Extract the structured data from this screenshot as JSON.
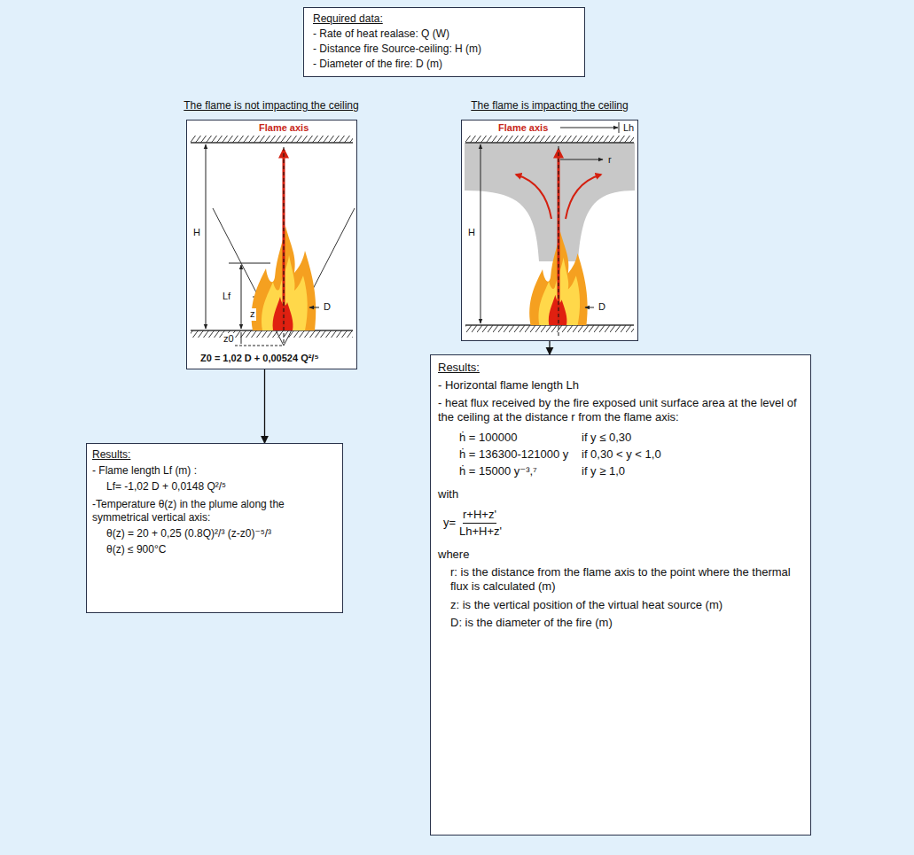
{
  "diagram": {
    "nodes": [
      {
        "text": [
          "Required data:",
          "- Rate of heat realase: Q (W)",
          "- Distance fire Source-ceiling: H (m)",
          "- Diameter of the fire: D (m)"
        ]
      },
      {
        "text": [
          "Flame axis",
          "H",
          "Lf",
          "z",
          "D",
          "z0",
          "Z0 = 1,02 D + 0,00524 Q²/⁵"
        ]
      },
      {
        "text": [
          "Flame axis",
          "Lh",
          "r",
          "H",
          "D"
        ]
      },
      {
        "text": [
          "Results:",
          "- Flame length Lf (m) :",
          "Lf= -1,02 D + 0,0148 Q²/⁵",
          "-Temperature θ(z) in the plume along the symmetrical vertical axis:",
          "θ(z) = 20 + 0,25 (0.8Q)²/³ (z-z0)⁻⁵/³",
          "θ(z) ≤ 900°C"
        ]
      },
      {
        "text": [
          "Results:",
          "- Horizontal flame length Lh",
          "- heat flux received by the fire exposed unit surface area at the level of the ceiling at the distance r from the flame axis:",
          "ḣ = 100000",
          "if y ≤ 0,30",
          "ḣ = 136300-121000 y",
          "if 0,30 < y < 1,0",
          "ḣ = 15000 y⁻³,⁷",
          "if y ≥ 1,0",
          "with",
          "y=",
          "r+H+z'",
          "Lh+H+z'",
          "where",
          "r: is the distance from the flame axis to the point where the thermal flux is calculated (m)",
          "z: is the vertical position of the virtual heat source (m)",
          "D: is the diameter of the fire (m)"
        ]
      }
    ],
    "edges": [
      {
        "from": 1,
        "to": 3,
        "arrow": "to"
      },
      {
        "from": 2,
        "to": 4,
        "arrow": "to"
      }
    ],
    "labels": [
      "The flame is not impacting the ceiling",
      "The flame is impacting the ceiling"
    ]
  }
}
